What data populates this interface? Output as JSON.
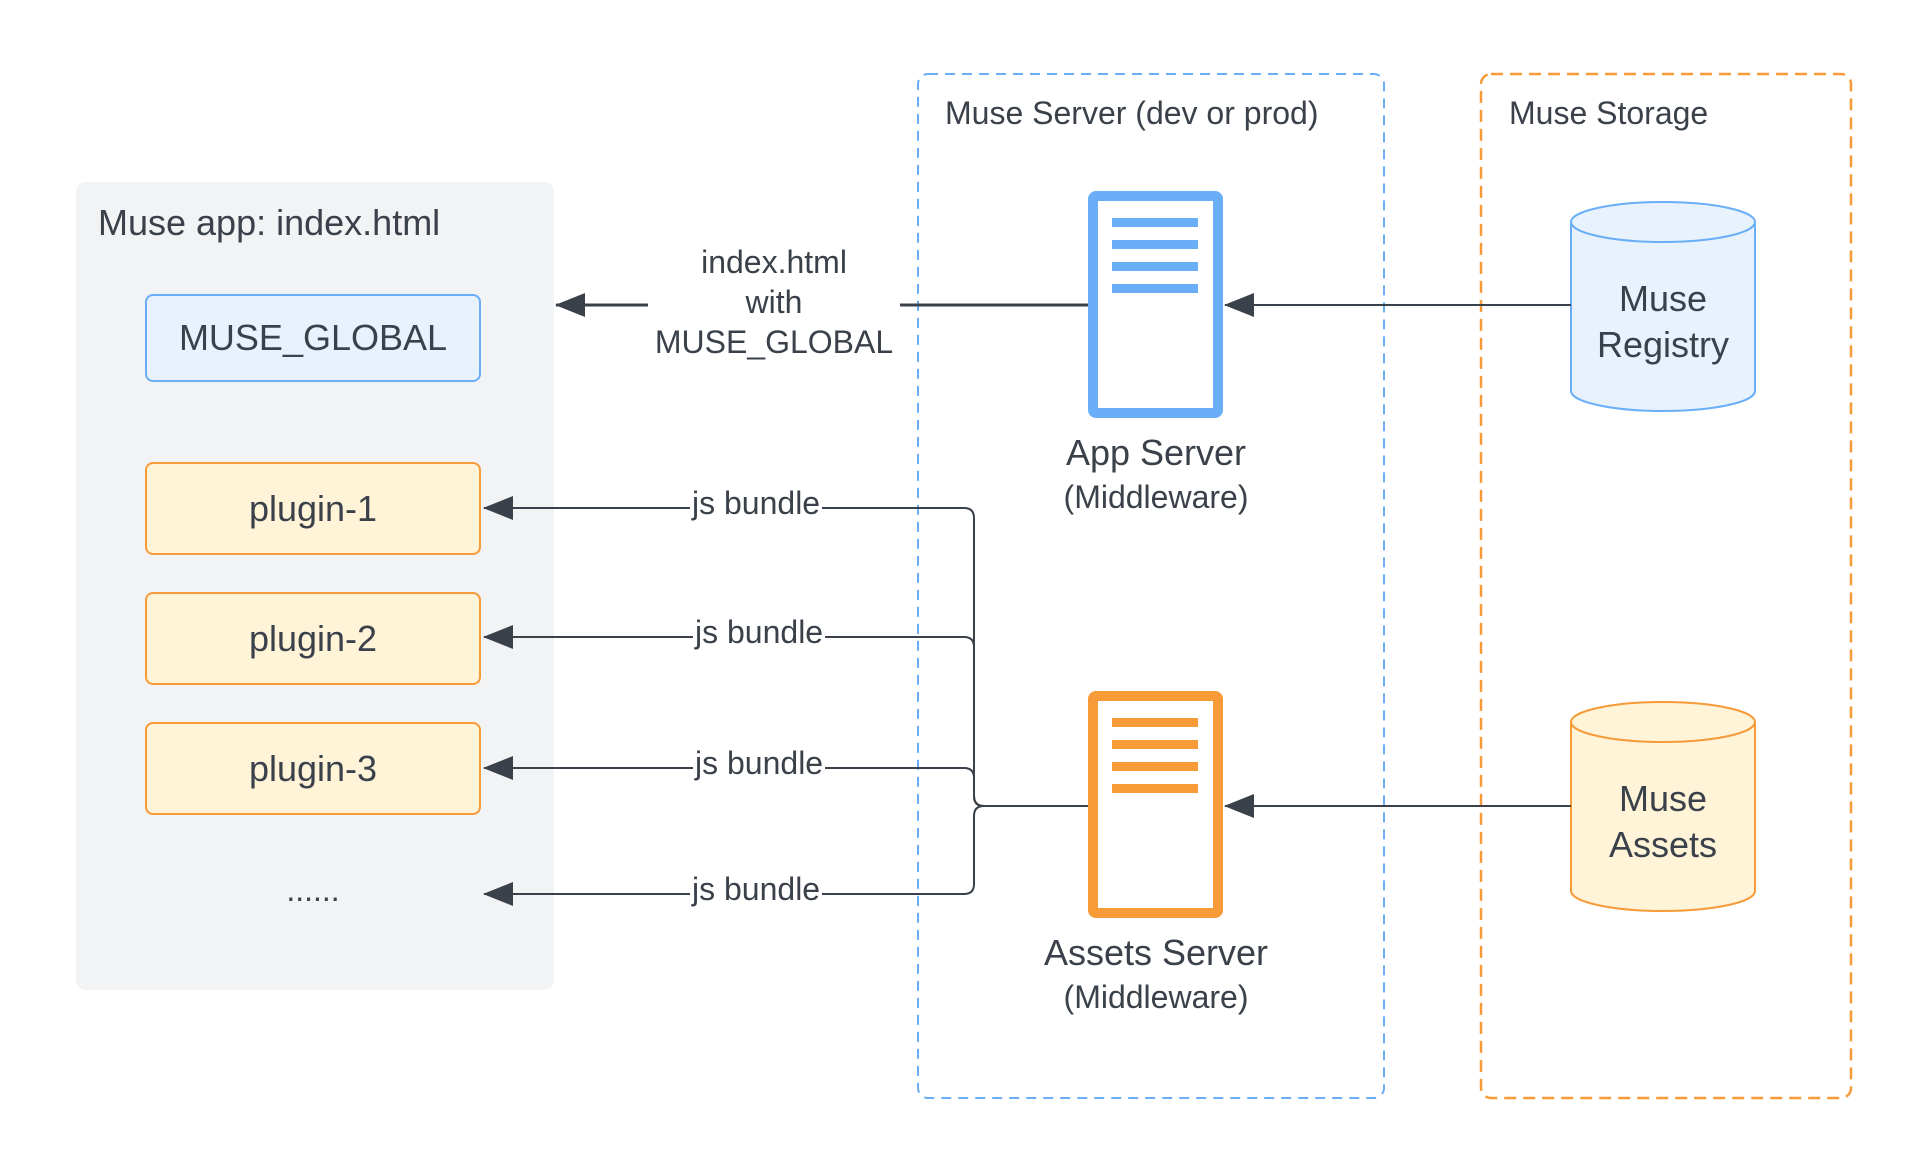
{
  "app_panel": {
    "title": "Muse app: index.html",
    "global_box": "MUSE_GLOBAL",
    "plugins": [
      "plugin-1",
      "plugin-2",
      "plugin-3"
    ],
    "ellipsis": "......"
  },
  "server_group": {
    "title": "Muse Server (dev or prod)",
    "app_server": {
      "name": "App Server",
      "sub": "(Middleware)",
      "color": "#6aaef8"
    },
    "assets_server": {
      "name": "Assets Server",
      "sub": "(Middleware)",
      "color": "#f79a38"
    }
  },
  "storage_group": {
    "title": "Muse Storage",
    "registry": {
      "line1": "Muse",
      "line2": "Registry"
    },
    "assets": {
      "line1": "Muse",
      "line2": "Assets"
    }
  },
  "edges": {
    "index_label": [
      "index.html",
      "with",
      "MUSE_GLOBAL"
    ],
    "bundle_labels": [
      "js bundle",
      "js bundle",
      "js bundle",
      "js bundle"
    ]
  },
  "colors": {
    "blue_accent": "#6aaef8",
    "orange_accent": "#f79a38",
    "panel_bg": "#f2f3f5",
    "blue_fill": "#e8f2fd",
    "orange_fill": "#fff3d8",
    "line": "#3a414a"
  }
}
